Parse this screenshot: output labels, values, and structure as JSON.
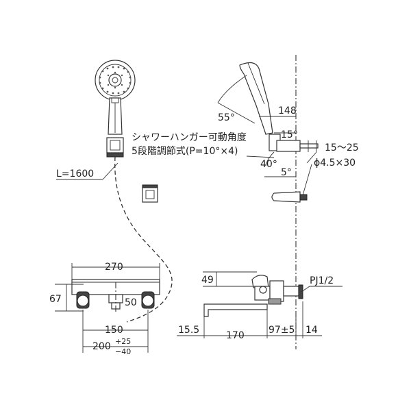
{
  "labels": {
    "hose_length": "L=1600",
    "hanger_line1": "シャワーハンガー可動角度",
    "hanger_line2": "5段階調節式(P=10°×4)",
    "angle_55": "55°",
    "angle_40": "40°",
    "angle_15": "15°",
    "angle_5": "5°",
    "dim_148": "148",
    "dim_15_25": "15～25",
    "dim_phi": "ϕ4.5×30",
    "dim_270": "270",
    "dim_67": "67",
    "dim_50": "50",
    "dim_150": "150",
    "dim_200": "200",
    "dim_200_tol_plus": "+25",
    "dim_200_tol_minus": "−40",
    "dim_49": "49",
    "dim_pj": "PJ1/2",
    "dim_15_5": "15.5",
    "dim_170": "170",
    "dim_97": "97±5",
    "dim_14": "14"
  }
}
